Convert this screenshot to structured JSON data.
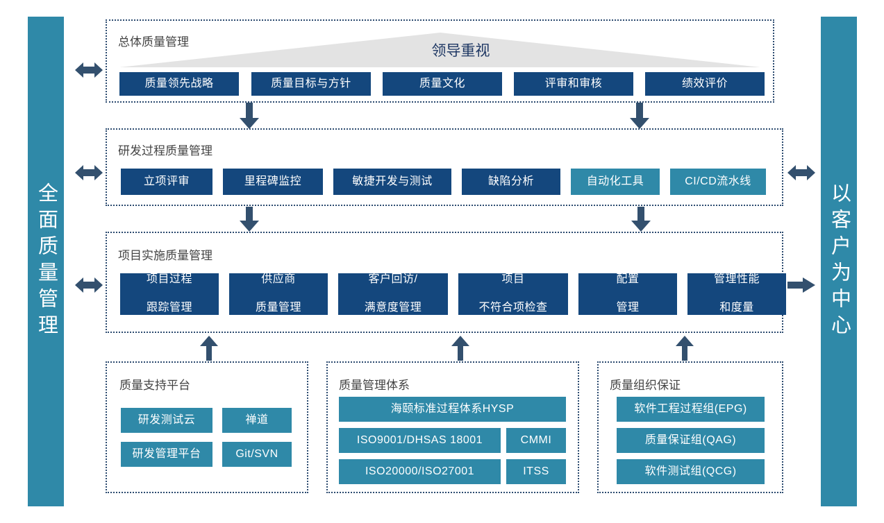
{
  "colors": {
    "navy": "#14477d",
    "teal": "#2f89a8",
    "arrow": "#33506e",
    "banner": "#e3e3e3",
    "panel_border": "#2b4a6f",
    "title_text": "#444444"
  },
  "rails": {
    "left": {
      "label": "全面质量管理"
    },
    "right": {
      "label": "以客户为中心"
    }
  },
  "banner": {
    "label": "领导重视"
  },
  "sections": {
    "overall": {
      "title": "总体质量管理",
      "items": [
        {
          "label": "质量领先战略",
          "style": "navy"
        },
        {
          "label": "质量目标与方针",
          "style": "navy"
        },
        {
          "label": "质量文化",
          "style": "navy"
        },
        {
          "label": "评审和审核",
          "style": "navy"
        },
        {
          "label": "绩效评价",
          "style": "navy"
        }
      ]
    },
    "rnd_process": {
      "title": "研发过程质量管理",
      "items": [
        {
          "label": "立项评审",
          "style": "navy"
        },
        {
          "label": "里程碑监控",
          "style": "navy"
        },
        {
          "label": "敏捷开发与测试",
          "style": "navy"
        },
        {
          "label": "缺陷分析",
          "style": "navy"
        },
        {
          "label": "自动化工具",
          "style": "teal"
        },
        {
          "label": "CI/CD流水线",
          "style": "teal"
        }
      ]
    },
    "project_impl": {
      "title": "项目实施质量管理",
      "items": [
        {
          "line1": "项目过程",
          "line2": "跟踪管理",
          "style": "navy"
        },
        {
          "line1": "供应商",
          "line2": "质量管理",
          "style": "navy"
        },
        {
          "line1": "客户回访/",
          "line2": "满意度管理",
          "style": "navy"
        },
        {
          "line1": "项目",
          "line2": "不符合项检查",
          "style": "navy"
        },
        {
          "line1": "配置",
          "line2": "管理",
          "style": "navy"
        },
        {
          "line1": "管理性能",
          "line2": "和度量",
          "style": "navy"
        }
      ]
    },
    "support_platform": {
      "title": "质量支持平台",
      "items": [
        {
          "label": "研发测试云",
          "style": "teal"
        },
        {
          "label": "禅道",
          "style": "teal"
        },
        {
          "label": "研发管理平台",
          "style": "teal"
        },
        {
          "label": "Git/SVN",
          "style": "teal"
        }
      ]
    },
    "management_system": {
      "title": "质量管理体系",
      "items": [
        {
          "label": "海颐标准过程体系HYSP",
          "style": "teal"
        },
        {
          "label": "ISO9001/DHSAS 18001",
          "style": "teal"
        },
        {
          "label": "CMMI",
          "style": "teal"
        },
        {
          "label": "ISO20000/ISO27001",
          "style": "teal"
        },
        {
          "label": "ITSS",
          "style": "teal"
        }
      ]
    },
    "org_assurance": {
      "title": "质量组织保证",
      "items": [
        {
          "label": "软件工程过程组(EPG)",
          "style": "teal"
        },
        {
          "label": "质量保证组(QAG)",
          "style": "teal"
        },
        {
          "label": "软件测试组(QCG)",
          "style": "teal"
        }
      ]
    }
  },
  "arrows": [
    {
      "name": "arrow-left-overall",
      "direction": "both-horizontal"
    },
    {
      "name": "arrow-left-rnd",
      "direction": "both-horizontal"
    },
    {
      "name": "arrow-left-project",
      "direction": "both-horizontal"
    },
    {
      "name": "arrow-right-rnd",
      "direction": "both-horizontal"
    },
    {
      "name": "arrow-right-project",
      "direction": "right"
    },
    {
      "name": "arrow-down-overall-left",
      "direction": "down"
    },
    {
      "name": "arrow-down-overall-right",
      "direction": "down"
    },
    {
      "name": "arrow-down-rnd-left",
      "direction": "down"
    },
    {
      "name": "arrow-down-rnd-right",
      "direction": "down"
    },
    {
      "name": "arrow-up-support",
      "direction": "up"
    },
    {
      "name": "arrow-up-system",
      "direction": "up"
    },
    {
      "name": "arrow-up-org",
      "direction": "up"
    }
  ]
}
